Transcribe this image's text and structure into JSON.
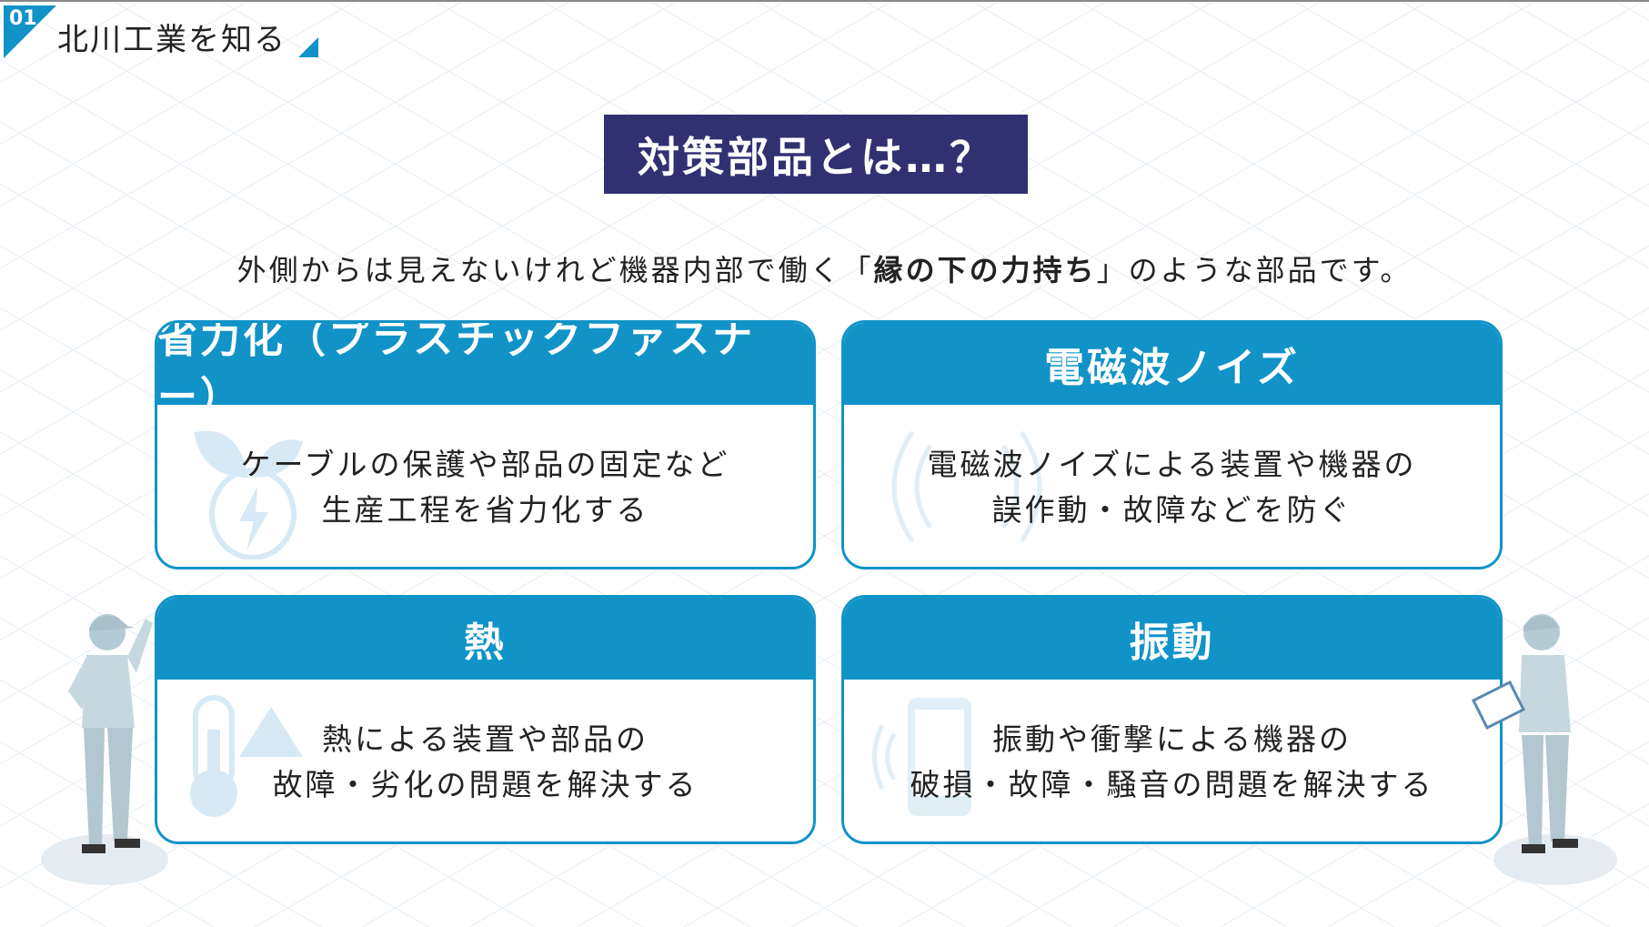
{
  "header": {
    "number": "01",
    "section_title": "北川工業を知る"
  },
  "title": "対策部品とは…？",
  "subtitle": {
    "before": "外側からは見えないけれど機器内部で働く「",
    "emphasis": "縁の下の力持ち",
    "after": "」のような部品です。"
  },
  "cards": [
    {
      "title": "省力化（プラスチックファスナー）",
      "lines": [
        "ケーブルの保護や部品の固定など",
        "生産工程を省力化する"
      ],
      "icon": "leaf-lightning-icon"
    },
    {
      "title": "電磁波ノイズ",
      "lines": [
        "電磁波ノイズによる装置や機器の",
        "誤作動・故障などを防ぐ"
      ],
      "icon": "wave-icon"
    },
    {
      "title": "熱",
      "lines": [
        "熱による装置や部品の",
        "故障・劣化の問題を解決する"
      ],
      "icon": "thermometer-warning-icon"
    },
    {
      "title": "振動",
      "lines": [
        "振動や衝撃による機器の",
        "破損・故障・騒音の問題を解決する"
      ],
      "icon": "vibrating-phone-icon"
    }
  ],
  "colors": {
    "accent": "#1193c8",
    "navy": "#313172"
  }
}
